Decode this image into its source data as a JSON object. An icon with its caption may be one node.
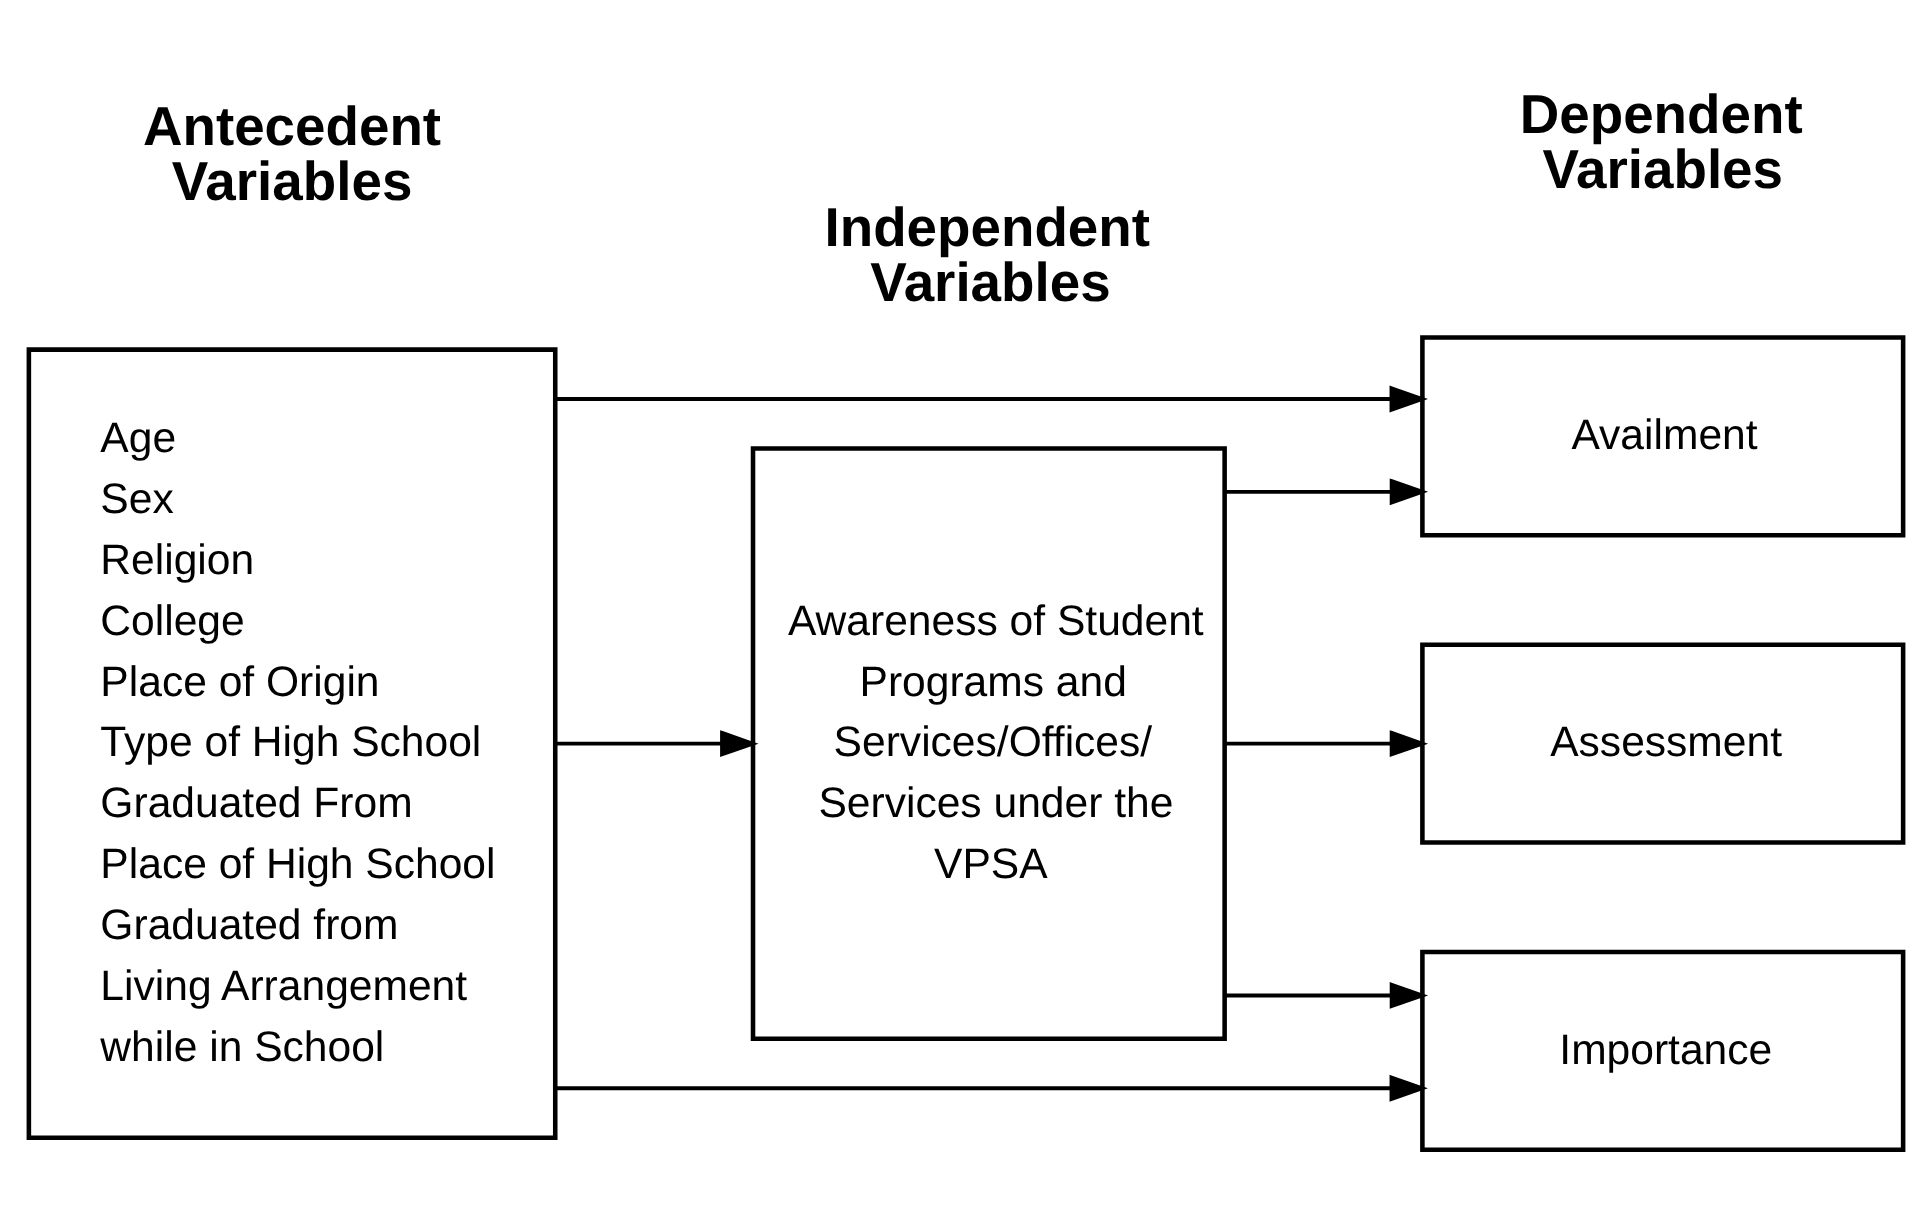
{
  "diagram": {
    "nodes": [
      {
        "text": [
          "Age",
          "Sex",
          "Religion",
          "College",
          "Place of Origin",
          "Type of High School Graduated From",
          "Place of High School Graduated from",
          "Living Arrangement while in School"
        ]
      },
      {
        "text": [
          "Awareness of Student Programs and Services/Offices/ Services under the VPSA"
        ]
      },
      {
        "text": [
          "Availment"
        ]
      },
      {
        "text": [
          "Assessment"
        ]
      },
      {
        "text": [
          "Importance"
        ]
      }
    ],
    "edges": [
      {
        "from": 0,
        "to": 1,
        "arrow": "to"
      },
      {
        "from": 1,
        "to": 2,
        "arrow": "to"
      },
      {
        "from": 1,
        "to": 3,
        "arrow": "to"
      },
      {
        "from": 1,
        "to": 4,
        "arrow": "to"
      },
      {
        "from": 0,
        "to": 2,
        "arrow": "to"
      },
      {
        "from": 0,
        "to": 4,
        "arrow": "to"
      }
    ],
    "labels": [
      "Antecedent Variables",
      "Independent Variables",
      "Dependent Variables"
    ]
  }
}
